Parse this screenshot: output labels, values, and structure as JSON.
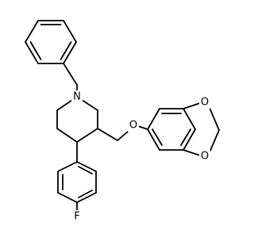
{
  "atoms": {
    "nitrogen": "N",
    "ether_oxygen": "O",
    "dioxole_oxygen_top": "O",
    "dioxole_oxygen_bottom": "O",
    "fluorine": "F"
  }
}
